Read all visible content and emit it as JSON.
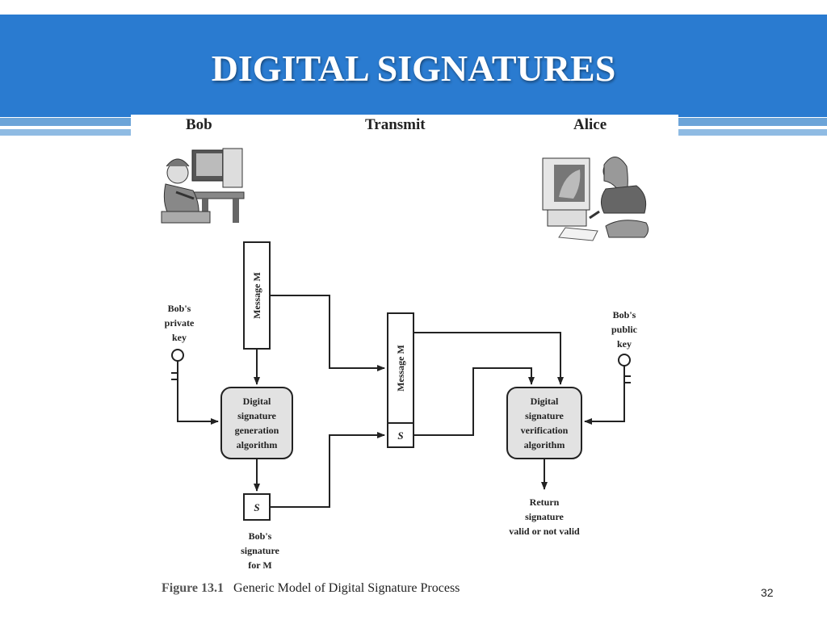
{
  "slide": {
    "title": "DIGITAL SIGNATURES",
    "page_number": "32",
    "accent_color": "#2a7bd0"
  },
  "figure": {
    "columns": {
      "left": "Bob",
      "middle": "Transmit",
      "right": "Alice"
    },
    "message_label": "Message M",
    "signature_label": "S",
    "private_key_label": [
      "Bob's",
      "private",
      "key"
    ],
    "public_key_label": [
      "Bob's",
      "public",
      "key"
    ],
    "generation_box": [
      "Digital",
      "signature",
      "generation",
      "algorithm"
    ],
    "verification_box": [
      "Digital",
      "signature",
      "verification",
      "algorithm"
    ],
    "signature_caption": [
      "Bob's",
      "signature",
      "for M"
    ],
    "return_caption": [
      "Return",
      "signature",
      "valid or not valid"
    ],
    "caption_number": "Figure 13.1",
    "caption_text": "Generic Model of Digital Signature Process"
  }
}
